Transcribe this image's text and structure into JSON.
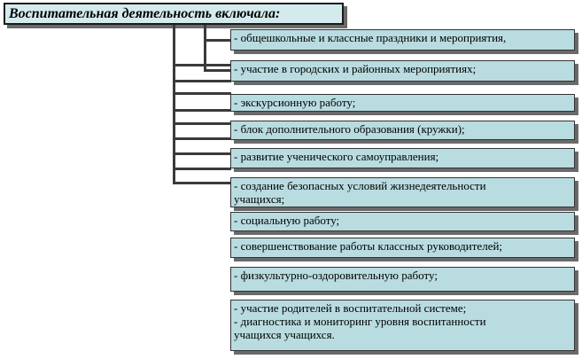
{
  "title": "Воспитательная деятельность включала:",
  "items": [
    {
      "lines": [
        "- общешкольные и классные праздники  и мероприятия,"
      ]
    },
    {
      "lines": [
        "- участие в городских и районных  мероприятиях;"
      ]
    },
    {
      "lines": [
        "- экскурсионную работу;"
      ]
    },
    {
      "lines": [
        "- блок дополнительного образования (кружки);"
      ]
    },
    {
      "lines": [
        "- развитие ученического самоуправления;"
      ]
    },
    {
      "lines": [
        "- создание безопасных условий жизнедеятельности",
        "учащихся;"
      ]
    },
    {
      "lines": [
        "- социальную работу;"
      ]
    },
    {
      "lines": [
        "- совершенствование работы классных руководителей;"
      ]
    },
    {
      "lines": [
        "- физкультурно-оздоровительную работу;"
      ]
    },
    {
      "lines": [
        "- участие родителей в воспитательной системе;",
        "- диагностика и мониторинг уровня воспитанности",
        "учащихся учащихся."
      ]
    }
  ]
}
